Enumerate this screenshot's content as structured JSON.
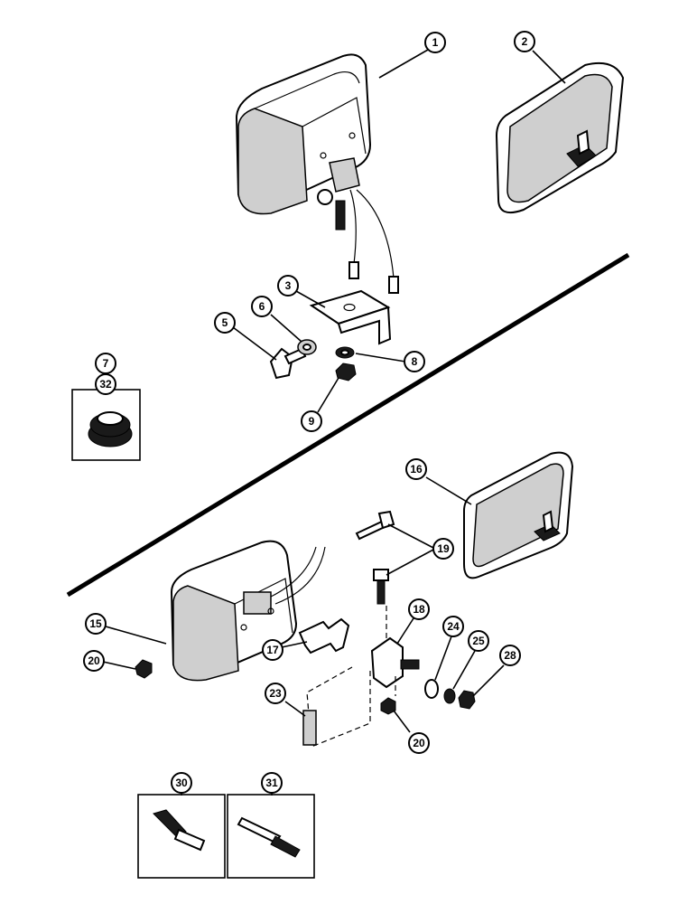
{
  "diagram": {
    "callouts": [
      "1",
      "2",
      "3",
      "5",
      "6",
      "7",
      "32",
      "8",
      "9",
      "16",
      "19",
      "15",
      "20",
      "18",
      "24",
      "25",
      "28",
      "17",
      "23",
      "20",
      "30",
      "31"
    ]
  }
}
